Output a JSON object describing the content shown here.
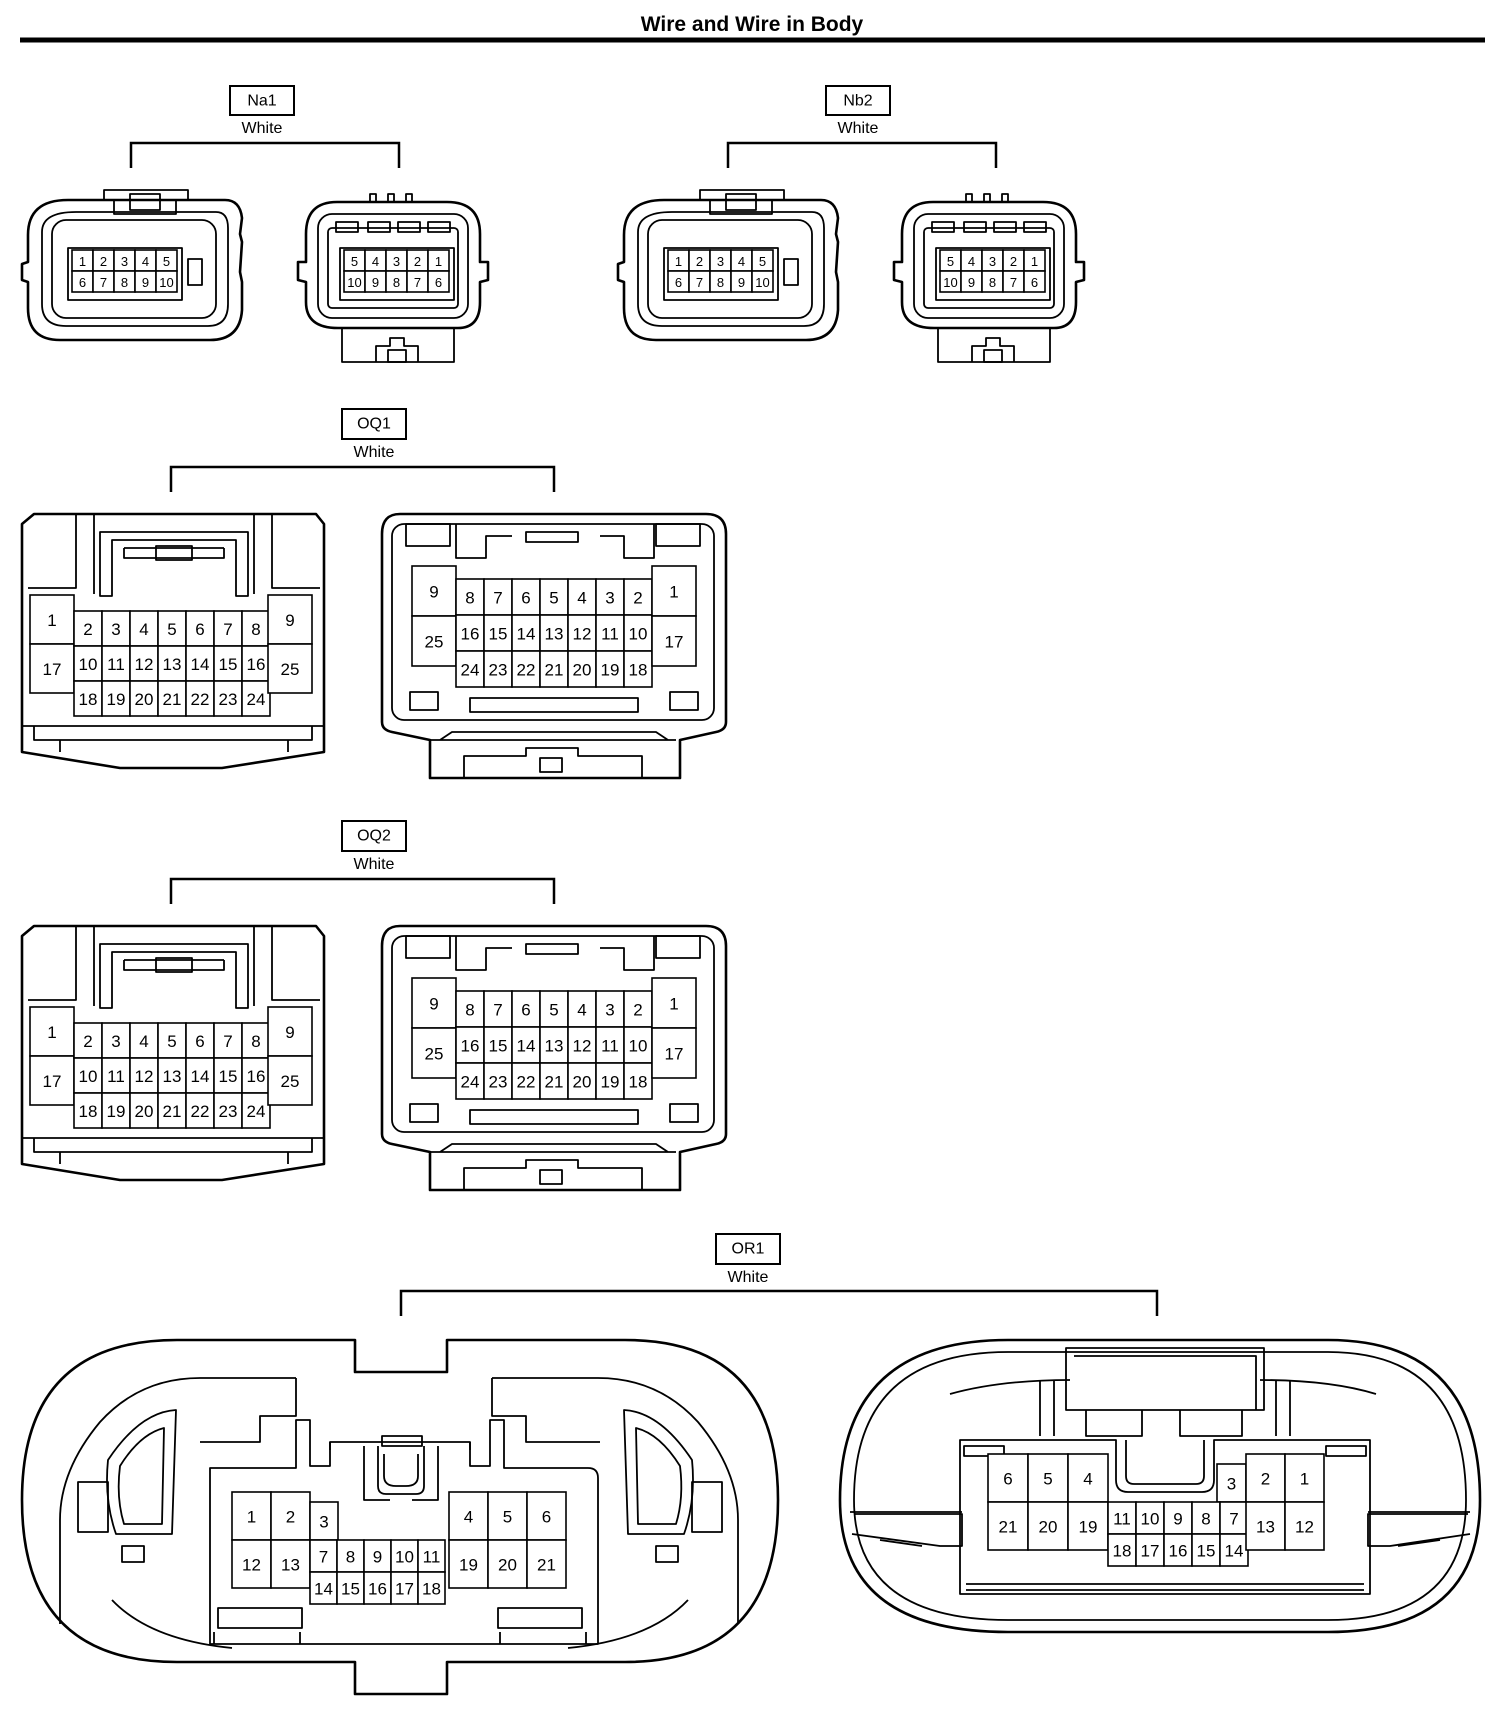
{
  "page": {
    "title": "Wire and Wire in Body"
  },
  "connectors": [
    {
      "id": "Na1",
      "color": "White"
    },
    {
      "id": "Nb2",
      "color": "White"
    },
    {
      "id": "OQ1",
      "color": "White"
    },
    {
      "id": "OQ2",
      "color": "White"
    },
    {
      "id": "OR1",
      "color": "White"
    }
  ],
  "pins": {
    "small_left": [
      [
        "1",
        "2",
        "3",
        "4",
        "5"
      ],
      [
        "6",
        "7",
        "8",
        "9",
        "10"
      ]
    ],
    "small_right": [
      [
        "5",
        "4",
        "3",
        "2",
        "1"
      ],
      [
        "10",
        "9",
        "8",
        "7",
        "6"
      ]
    ],
    "oq_left": {
      "side_left": [
        "1",
        "17"
      ],
      "side_right": [
        "9",
        "25"
      ],
      "center": [
        [
          "2",
          "3",
          "4",
          "5",
          "6",
          "7",
          "8"
        ],
        [
          "10",
          "11",
          "12",
          "13",
          "14",
          "15",
          "16"
        ],
        [
          "18",
          "19",
          "20",
          "21",
          "22",
          "23",
          "24"
        ]
      ]
    },
    "oq_right": {
      "side_left": [
        "9",
        "25"
      ],
      "side_right": [
        "1",
        "17"
      ],
      "center": [
        [
          "8",
          "7",
          "6",
          "5",
          "4",
          "3",
          "2"
        ],
        [
          "16",
          "15",
          "14",
          "13",
          "12",
          "11",
          "10"
        ],
        [
          "24",
          "23",
          "22",
          "21",
          "20",
          "19",
          "18"
        ]
      ]
    },
    "or_left": {
      "top_left": [
        "1",
        "2"
      ],
      "mid_left": [
        "12",
        "13"
      ],
      "top_right": [
        "4",
        "5",
        "6"
      ],
      "mid_right": [
        "19",
        "20",
        "21"
      ],
      "center_top": "3",
      "center_mid": [
        "7",
        "8",
        "9",
        "10",
        "11"
      ],
      "center_bottom": [
        "14",
        "15",
        "16",
        "17",
        "18"
      ]
    },
    "or_right": {
      "top_left": [
        "6",
        "5",
        "4"
      ],
      "mid_left": [
        "21",
        "20",
        "19"
      ],
      "top_right": [
        "2",
        "1"
      ],
      "mid_right": [
        "13",
        "12"
      ],
      "center_top": "3",
      "center_mid": [
        "11",
        "10",
        "9",
        "8",
        "7"
      ],
      "center_bottom": [
        "18",
        "17",
        "16",
        "15",
        "14"
      ]
    }
  }
}
